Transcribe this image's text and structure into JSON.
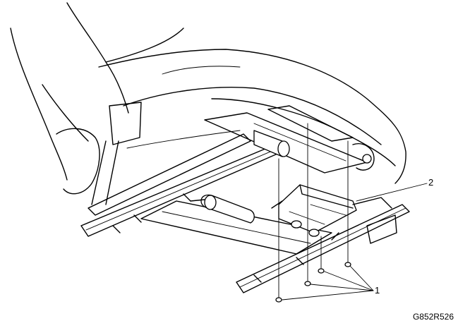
{
  "callouts": [
    {
      "id": "1",
      "label": "1"
    },
    {
      "id": "2",
      "label": "2"
    }
  ],
  "figure_code": "G852R526"
}
